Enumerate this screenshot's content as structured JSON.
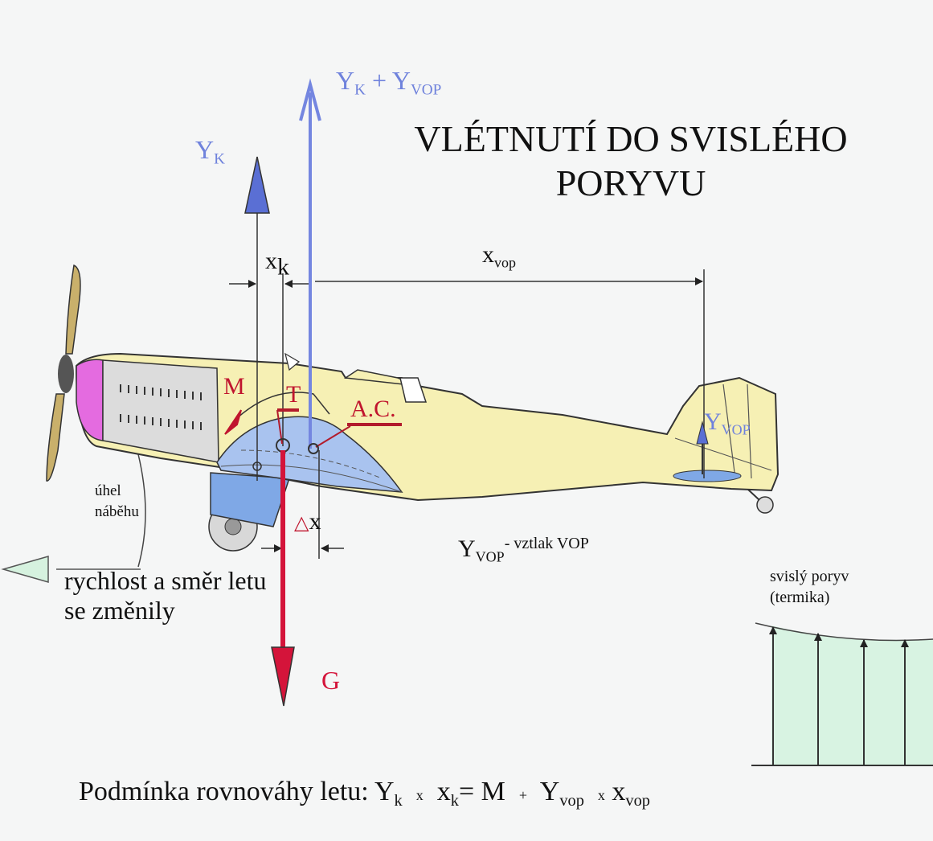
{
  "title": {
    "line1": "VLÉTNUTÍ DO SVISLÉHO",
    "line2": "PORYVU"
  },
  "labels": {
    "yk_plus_yvop": {
      "main": "Y",
      "sub1": "K",
      "plus": "+ Y",
      "sub2": "VOP"
    },
    "yk": {
      "main": "Y",
      "sub": "K"
    },
    "xk": {
      "main": "x",
      "sub": "k"
    },
    "xvop": {
      "main": "x",
      "sub": "vop"
    },
    "moment": "M",
    "center_of_gravity": "T",
    "aero_center": "A.C.",
    "yvop_tail": {
      "main": "Y",
      "sub": "VOP"
    },
    "delta_x": {
      "sym": "△",
      "var": "x"
    },
    "yvop_legend": {
      "main": "Y",
      "sub": "VOP",
      "rest": "- vztlak VOP"
    },
    "angle_of_attack": {
      "line1": "úhel",
      "line2": "náběhu"
    },
    "speed_direction": {
      "line1": "rychlost a směr letu",
      "line2": "se změnily"
    },
    "gust": {
      "line1": "svislý poryv",
      "line2": "(termika)"
    },
    "weight": "G"
  },
  "equation": {
    "prefix": "Podmínka rovnováhy letu: Y",
    "yk_sub": "k",
    "times1": "x",
    "xk": "x",
    "xk_sub": "k",
    "eq": "=  M",
    "plus": "+",
    "yvop": "Y",
    "yvop_sub": "vop",
    "times2": "x",
    "xvop": "x",
    "xvop_sub": "vop"
  },
  "colors": {
    "lift_blue": "#6f82dc",
    "weight_red": "#d4143a",
    "fuselage_yellow": "#f6f0b4",
    "wing_blue": "#a9c3ef",
    "nose_pink": "#e46be0",
    "gust_green": "#d8f3e2"
  }
}
